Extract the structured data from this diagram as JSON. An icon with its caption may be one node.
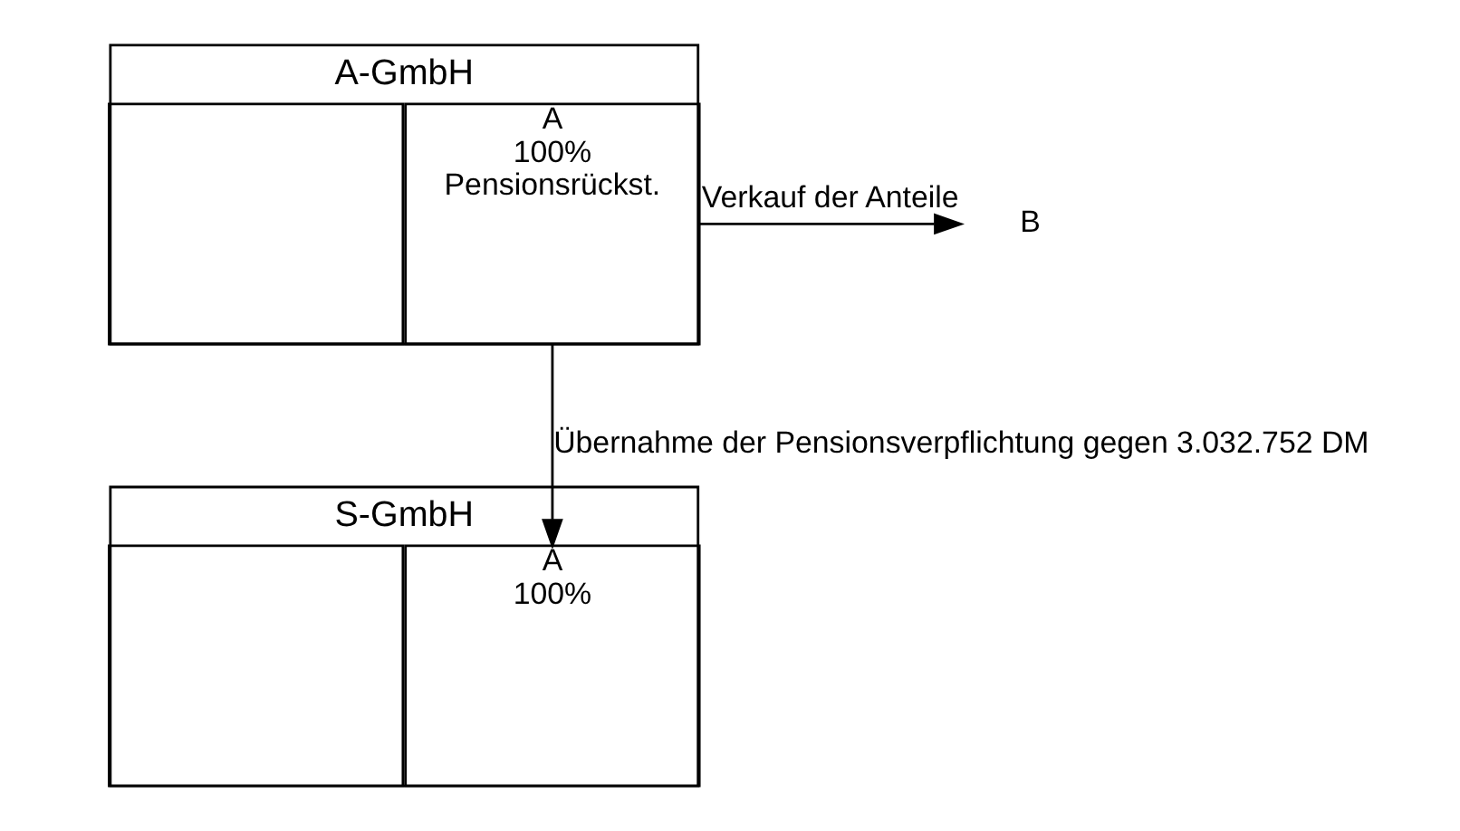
{
  "diagram": {
    "nodes": [
      {
        "text": [
          "A-GmbH"
        ]
      },
      {
        "text": [],
        "shape": "box",
        "in": 0
      },
      {
        "text": [
          "A",
          "100%",
          "Pensionsrückst."
        ],
        "in": 0
      },
      {
        "text": [
          "S-GmbH"
        ]
      },
      {
        "text": [],
        "shape": "box",
        "in": 3
      },
      {
        "text": [
          "A",
          "100%"
        ],
        "in": 3
      },
      {
        "text": [
          "B"
        ]
      }
    ],
    "edges": [
      {
        "from": 2,
        "to": 6,
        "arrow": "to",
        "label": "Verkauf der Anteile"
      },
      {
        "from": 2,
        "to": 5,
        "arrow": "to",
        "label": "Übernahme der Pensionsverpflichtung gegen 3.032.752 DM"
      }
    ]
  }
}
